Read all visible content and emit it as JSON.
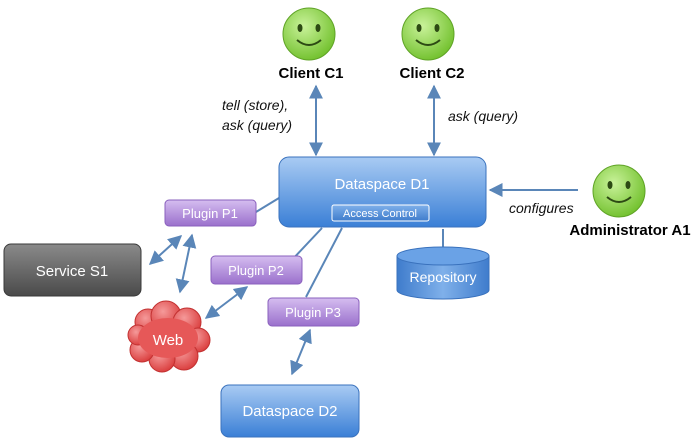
{
  "nodes": {
    "client_c1": {
      "label": "Client C1",
      "icon": "smiley-face-icon"
    },
    "client_c2": {
      "label": "Client C2",
      "icon": "smiley-face-icon"
    },
    "admin_a1": {
      "label": "Administrator A1",
      "icon": "smiley-face-icon"
    },
    "dataspace_d1": {
      "label": "Dataspace D1",
      "sub_label": "Access Control"
    },
    "repository": {
      "label": "Repository"
    },
    "plugin_p1": {
      "label": "Plugin P1"
    },
    "plugin_p2": {
      "label": "Plugin P2"
    },
    "plugin_p3": {
      "label": "Plugin P3"
    },
    "service_s1": {
      "label": "Service S1"
    },
    "web": {
      "label": "Web"
    },
    "dataspace_d2": {
      "label": "Dataspace D2"
    }
  },
  "edges": {
    "c1_d1": {
      "line1": "tell (store),",
      "line2": "ask (query)"
    },
    "c2_d1": {
      "label": "ask (query)"
    },
    "a1_d1": {
      "label": "configures"
    }
  },
  "colors": {
    "face": "#8fd14f",
    "blue_box": "#5b9be3",
    "plugin": "#b38fd8",
    "service": "#6b6b6b",
    "web": "#e24a4a",
    "arrow": "#5a86b8"
  }
}
